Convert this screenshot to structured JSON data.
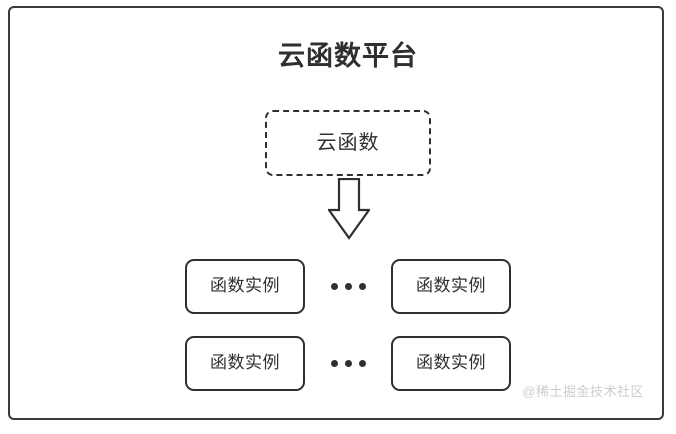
{
  "diagram": {
    "platform": {
      "title": "云函数平台"
    },
    "cloud_function_node": {
      "label": "云函数",
      "border_style": "dashed"
    },
    "arrow": {
      "icon": "down-block-arrow",
      "direction": "down"
    },
    "instance_rows": [
      {
        "left_label": "函数实例",
        "ellipsis": "•••",
        "right_label": "函数实例"
      },
      {
        "left_label": "函数实例",
        "ellipsis": "•••",
        "right_label": "函数实例"
      }
    ],
    "watermark": "@稀土掘金技术社区",
    "colors": {
      "stroke": "#2f2f31",
      "frame_stroke": "#3a3a3c",
      "text": "#2f2f31",
      "watermark": "#cccccc",
      "background": "#ffffff"
    }
  }
}
